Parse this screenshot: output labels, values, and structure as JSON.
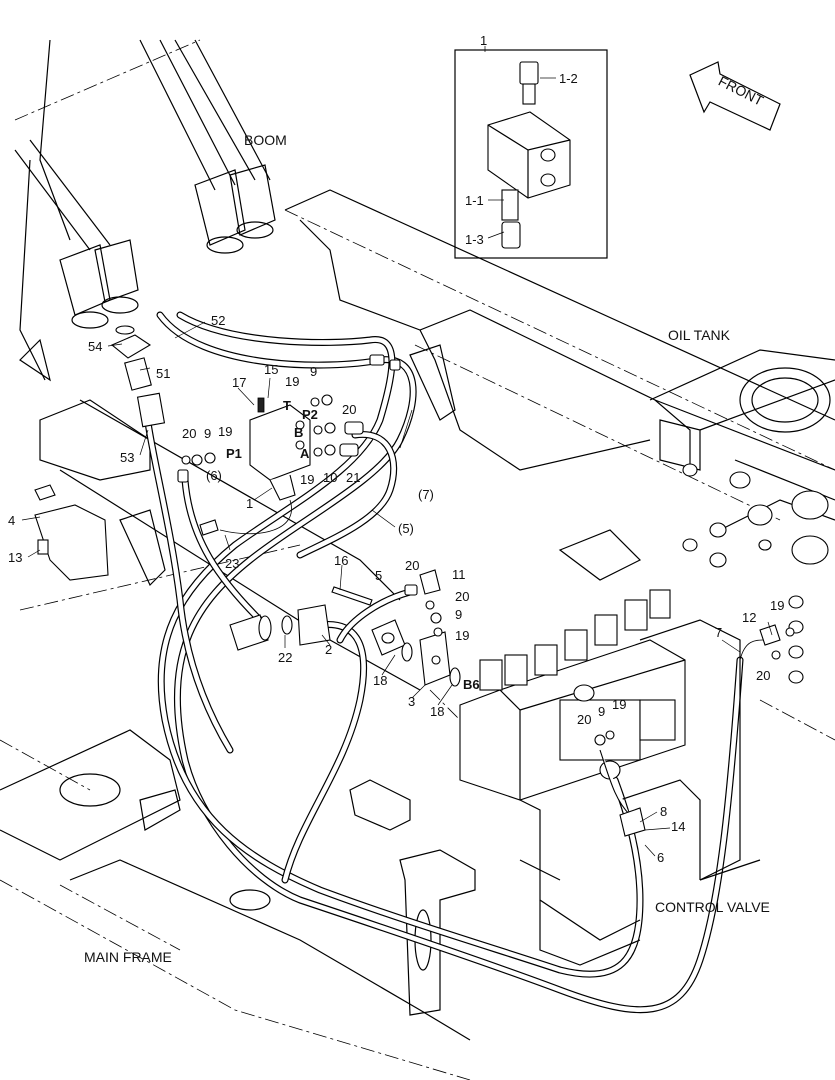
{
  "sections": {
    "boom": "BOOM",
    "oil_tank": "OIL TANK",
    "control_valve": "CONTROL VALVE",
    "main_frame": "MAIN FRAME",
    "front": "FRONT"
  },
  "inset": {
    "title": "1",
    "labels": [
      "1-2",
      "1-1",
      "1-3"
    ]
  },
  "ports": {
    "p1": "P1",
    "p2": "P2",
    "t": "T",
    "a": "A",
    "b": "B",
    "b6": "B6"
  },
  "callouts": {
    "c52": "52",
    "c54": "54",
    "c51": "51",
    "c53": "53",
    "c4": "4",
    "c13": "13",
    "c17": "17",
    "c15": "15",
    "c19a": "19",
    "c9a": "9",
    "c20a": "20",
    "c20b": "20",
    "c9b": "9",
    "c19b": "19",
    "c6p": "(6)",
    "c1": "1",
    "c19c": "19",
    "c10": "10",
    "c21": "21",
    "c7p": "(7)",
    "c5p": "(5)",
    "c23": "23",
    "c16": "16",
    "c5": "5",
    "c20c": "20",
    "c11": "11",
    "c20d": "20",
    "c9c": "9",
    "c19d": "19",
    "c22": "22",
    "c2": "2",
    "c18a": "18",
    "c3": "3",
    "c18b": "18",
    "c7": "7",
    "c12": "12",
    "c19e": "19",
    "c20e": "20",
    "c20f": "20",
    "c9d": "9",
    "c19f": "19",
    "c8": "8",
    "c14": "14",
    "c6": "6"
  }
}
